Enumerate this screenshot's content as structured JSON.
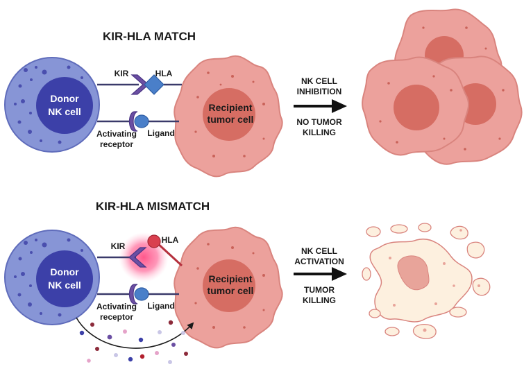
{
  "panels": {
    "match": {
      "title": "KIR-HLA MATCH",
      "nk_cell": [
        "Donor",
        "NK cell"
      ],
      "kir": "KIR",
      "hla": "HLA",
      "activating_receptor": [
        "Activating",
        "receptor"
      ],
      "ligand": "Ligand",
      "tumor_cell": [
        "Recipient",
        "tumor cell"
      ],
      "outcome_1": [
        "NK CELL",
        "INHIBITION"
      ],
      "outcome_2": [
        "NO TUMOR",
        "KILLING"
      ]
    },
    "mismatch": {
      "title": "KIR-HLA MISMATCH",
      "nk_cell": [
        "Donor",
        "NK cell"
      ],
      "kir": "KIR",
      "hla": "HLA",
      "activating_receptor": [
        "Activating",
        "receptor"
      ],
      "ligand": "Ligand",
      "tumor_cell": [
        "Recipient",
        "tumor cell"
      ],
      "outcome_1": [
        "NK CELL",
        "ACTIVATION"
      ],
      "outcome_2": [
        "TUMOR",
        "KILLING"
      ]
    }
  },
  "colors": {
    "nk_cell_outer": "#7f8ed3",
    "nk_cell_nucleus": "#3b3fa8",
    "tumor_cell": "#eca19c",
    "tumor_nucleus": "#d56b62",
    "kir": "#6b4fa3",
    "hla": "#4a7fc9",
    "hla_mismatch": "#d9404f",
    "glow": "#f45b8a",
    "lysed_cell": "#fdf0df"
  },
  "icons": [
    "arrow-right-icon",
    "curved-arrow-icon",
    "granule-dots"
  ]
}
